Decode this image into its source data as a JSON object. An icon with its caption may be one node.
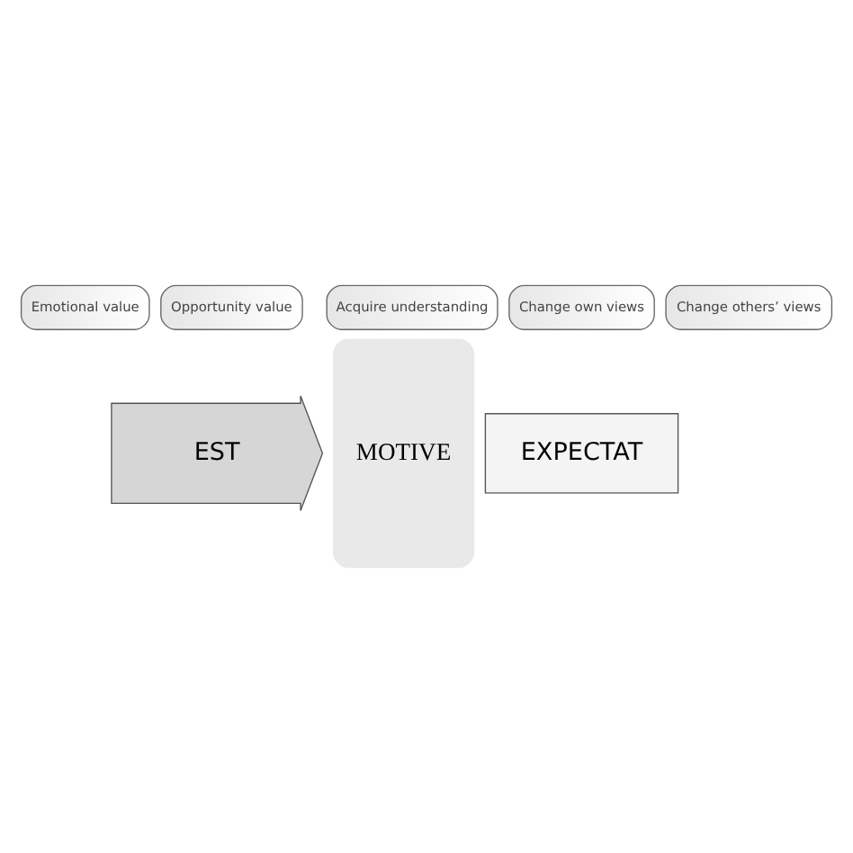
{
  "diagram": {
    "nodes": [
      {
        "text": [
          "Emotional value"
        ]
      },
      {
        "text": [
          "Opportunity value"
        ]
      },
      {
        "text": [
          "EST"
        ]
      },
      {
        "text": [
          "MOTIVE"
        ]
      },
      {
        "text": [
          "Acquire understanding"
        ]
      },
      {
        "text": [
          "Change own views"
        ]
      },
      {
        "text": [
          "Change others’ views"
        ]
      },
      {
        "text": [
          "EXPECTAT"
        ]
      }
    ],
    "edges": []
  }
}
